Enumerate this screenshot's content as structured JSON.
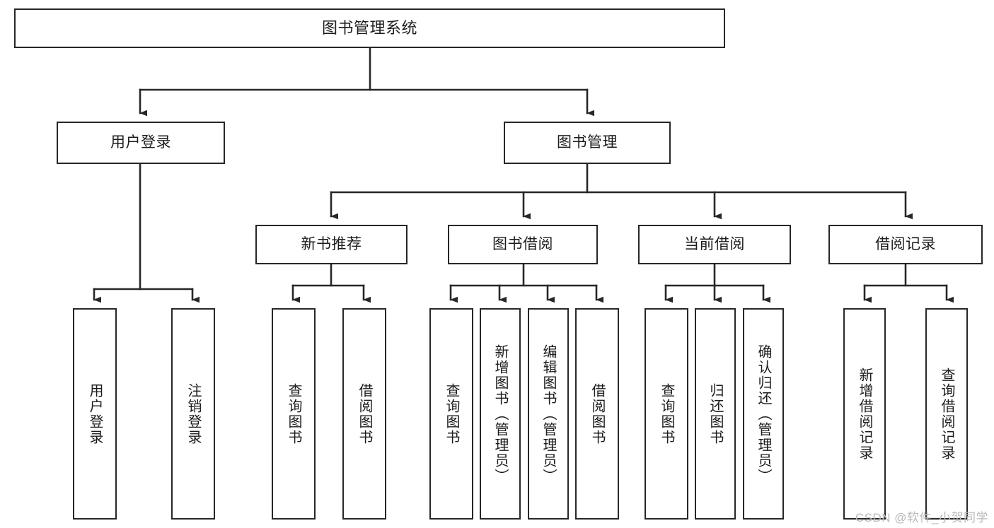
{
  "diagram": {
    "title": "图书管理系统",
    "type": "tree",
    "watermark": "CSDN @软件_小贺同学",
    "colors": {
      "node_border": "#272727",
      "node_fill": "#ffffff",
      "edge": "#272727",
      "text": "#1c1c1c",
      "watermark": "#b9b9b9",
      "background": "#ffffff"
    },
    "levels": {
      "root": "图书管理系统",
      "level2": [
        "用户登录",
        "图书管理"
      ],
      "level3": [
        "新书推荐",
        "图书借阅",
        "当前借阅",
        "借阅记录"
      ],
      "level4_groups": [
        {
          "parent": "用户登录",
          "children": [
            "用户登录",
            "注销登录"
          ]
        },
        {
          "parent": "新书推荐",
          "children": [
            "查询图书",
            "借阅图书"
          ]
        },
        {
          "parent": "图书借阅",
          "children": [
            "查询图书",
            "新增图书（管理员）",
            "编辑图书（管理员）",
            "借阅图书"
          ]
        },
        {
          "parent": "当前借阅",
          "children": [
            "查询图书",
            "归还图书",
            "确认归还（管理员）"
          ]
        },
        {
          "parent": "借阅记录",
          "children": [
            "新增借阅记录",
            "查询借阅记录"
          ]
        }
      ]
    },
    "nodes": {
      "root": "图书管理系统",
      "user_login": "用户登录",
      "book_manage": "图书管理",
      "new_book_rec": "新书推荐",
      "book_borrow": "图书借阅",
      "current_borrow": "当前借阅",
      "borrow_record": "借阅记录",
      "leaf_user_login": "用户登录",
      "leaf_logout": "注销登录",
      "leaf_query_book_a": "查询图书",
      "leaf_borrow_book_a": "借阅图书",
      "leaf_query_book_b": "查询图书",
      "leaf_add_book": "新增图书（管理员）",
      "leaf_edit_book": "编辑图书（管理员）",
      "leaf_borrow_book_b": "借阅图书",
      "leaf_query_book_c": "查询图书",
      "leaf_return_book": "归还图书",
      "leaf_confirm_return": "确认归还（管理员）",
      "leaf_add_record": "新增借阅记录",
      "leaf_query_record": "查询借阅记录"
    }
  }
}
